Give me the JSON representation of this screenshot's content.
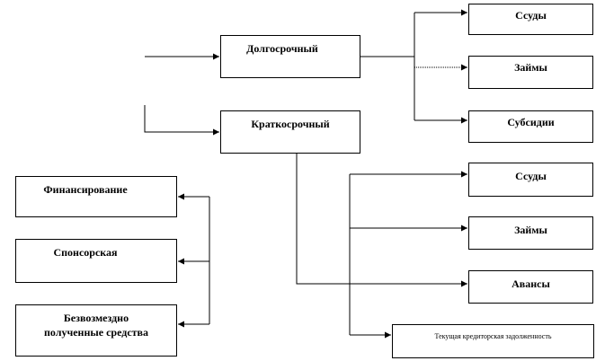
{
  "boxes": {
    "long_term": "Долгосрочный",
    "short_term": "Краткосрочный",
    "loans_1": "Ссуды",
    "borrowings_1": "Займы",
    "subsidies": "Субсидии",
    "loans_2": "Ссуды",
    "borrowings_2": "Займы",
    "advances": "Авансы",
    "current_payables": "Текущая кредиторская задолженность",
    "financing": "Финансирование",
    "sponsorship": "Спонсорская",
    "free_line1": "Безвозмездно",
    "free_line2": "полученные средства"
  },
  "colors": {
    "line": "#000000",
    "box_border": "#000000",
    "background": "#ffffff"
  }
}
